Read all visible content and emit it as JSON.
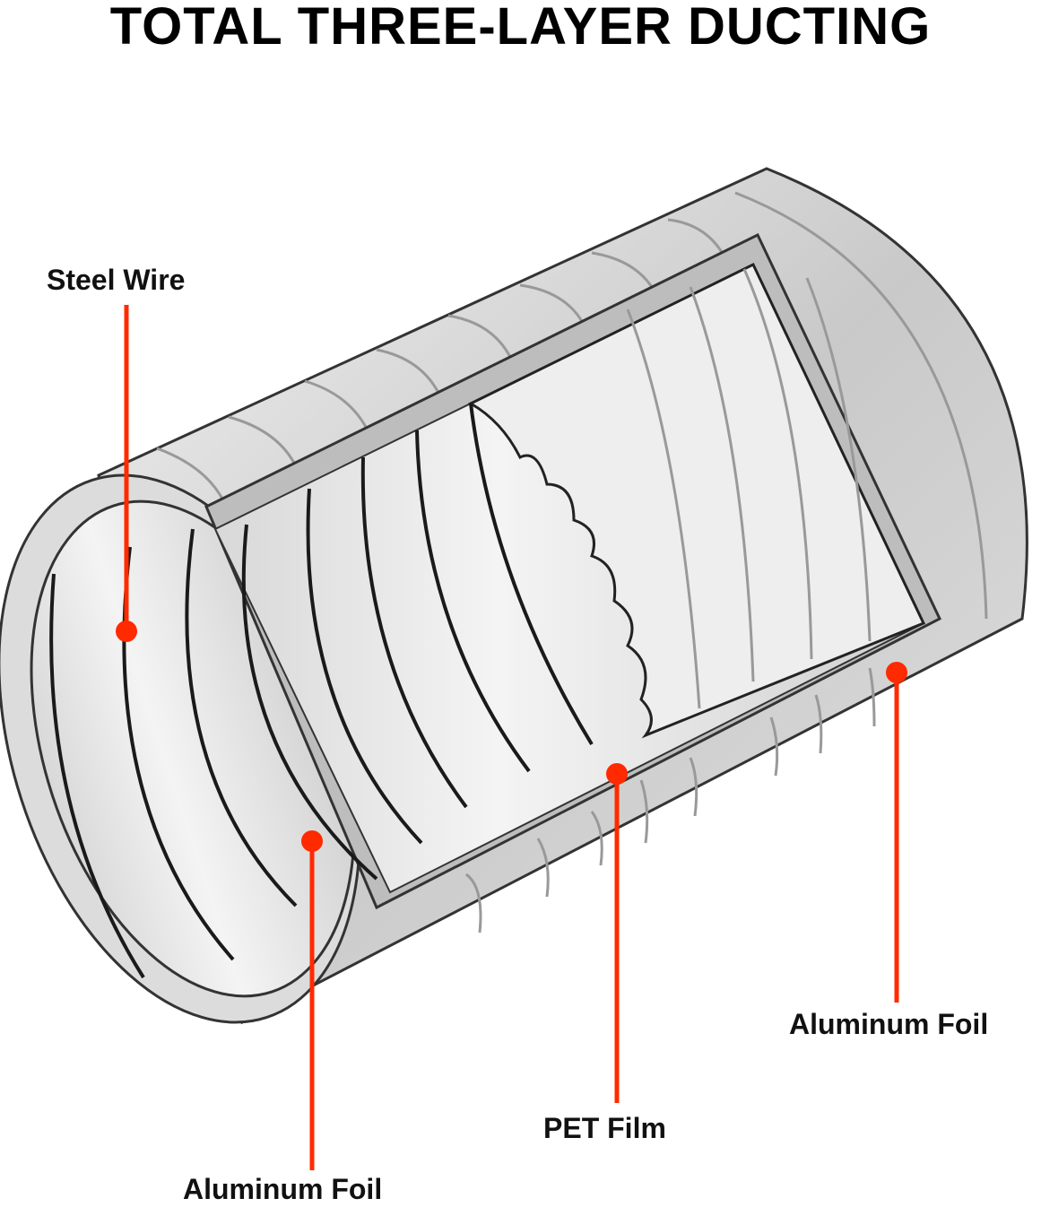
{
  "title": "TOTAL THREE-LAYER DUCTING",
  "labels": {
    "steel_wire": "Steel Wire",
    "aluminum_foil_inner": "Aluminum Foil",
    "pet_film": "PET Film",
    "aluminum_foil_outer": "Aluminum Foil"
  },
  "colors": {
    "callout": "#ff2a00",
    "outline": "#1a1a1a"
  }
}
